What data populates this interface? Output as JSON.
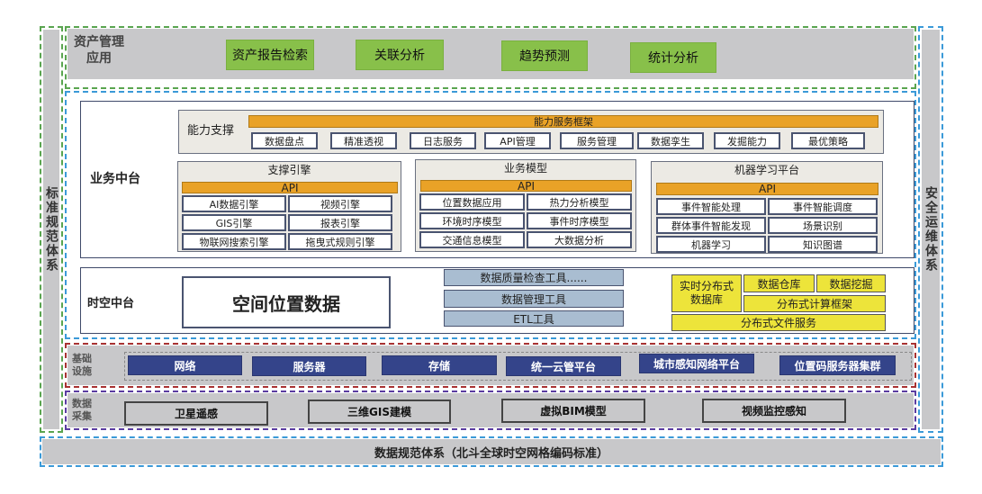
{
  "left_pillar": {
    "label": "标准规范体系"
  },
  "right_pillar": {
    "label": "安全运维体系"
  },
  "asset_app": {
    "title_line1": "资产管理",
    "title_line2": "应用",
    "buttons": [
      "资产报告检索",
      "关联分析",
      "趋势预测",
      "统计分析"
    ]
  },
  "business_platform": {
    "label": "业务中台",
    "capability": {
      "label": "能力支撑",
      "framework": "能力服务框架",
      "items": [
        "数据盘点",
        "精准透视",
        "日志服务",
        "API管理",
        "服务管理",
        "数据孪生",
        "发掘能力",
        "最优策略"
      ]
    },
    "support_engine": {
      "title": "支撑引擎",
      "api": "API",
      "cells": [
        "AI数据引擎",
        "视频引擎",
        "GIS引擎",
        "报表引擎",
        "物联网搜索引擎",
        "拖曳式规则引擎"
      ]
    },
    "business_model": {
      "title": "业务模型",
      "api": "API",
      "cells": [
        "位置数据应用",
        "热力分析模型",
        "环境时序模型",
        "事件时序模型",
        "交通信息模型",
        "大数据分析"
      ]
    },
    "ml_platform": {
      "title": "机器学习平台",
      "api": "API",
      "cells": [
        "事件智能处理",
        "事件智能调度",
        "群体事件智能发现",
        "场景识别",
        "机器学习",
        "知识图谱"
      ]
    }
  },
  "spatiotemporal_platform": {
    "label": "时空中台",
    "spatial_data": "空间位置数据",
    "tools": [
      "数据质量检查工具......",
      "数据管理工具",
      "ETL工具"
    ],
    "distributed": {
      "realtime_db": "实时分布式数据库",
      "warehouse": "数据仓库",
      "mining": "数据挖掘",
      "compute": "分布式计算框架",
      "file_service": "分布式文件服务"
    }
  },
  "infrastructure": {
    "label_line1": "基础",
    "label_line2": "设施",
    "items": [
      "网络",
      "服务器",
      "存储",
      "统一云管平台",
      "城市感知网络平台",
      "位置码服务器集群"
    ]
  },
  "data_collection": {
    "label_line1": "数据",
    "label_line2": "采集",
    "items": [
      "卫星遥感",
      "三维GIS建模",
      "虚拟BIM模型",
      "视频监控感知"
    ]
  },
  "data_standard": {
    "label": "数据规范体系（北斗全球时空网格编码标准）"
  },
  "colors": {
    "green": "#88c04a",
    "orange": "#e9a227",
    "navy": "#34448a",
    "yellow": "#ede43a",
    "steel_blue": "#a9bdd1",
    "panel_gray": "#c8c8ca"
  }
}
